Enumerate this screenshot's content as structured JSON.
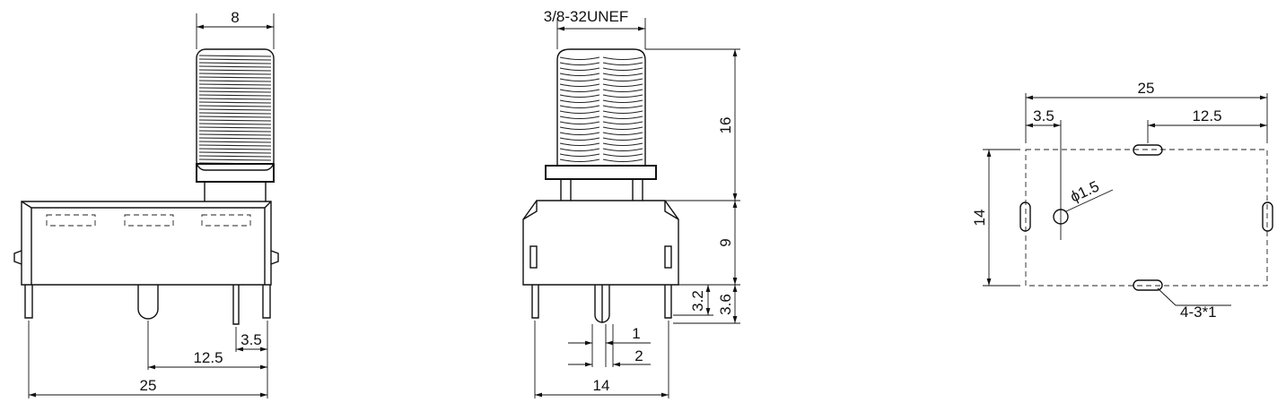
{
  "side_view": {
    "dims": {
      "thread_width": "8",
      "pin_offset": "3.5",
      "half_width": "12.5",
      "total_width": "25"
    }
  },
  "front_view": {
    "dims": {
      "thread_spec": "3/8-32UNEF",
      "thread_length": "16",
      "body_height": "9",
      "pin_length_a": "3.2",
      "pin_length_b": "3.6",
      "pin_width_a": "1",
      "pin_width_b": "2",
      "total_width": "14"
    }
  },
  "footprint_view": {
    "dims": {
      "total_width": "25",
      "edge_offset": "3.5",
      "half_width": "12.5",
      "height": "14",
      "hole_diameter": "ϕ1.5",
      "slot_spec": "4-3*1"
    }
  }
}
